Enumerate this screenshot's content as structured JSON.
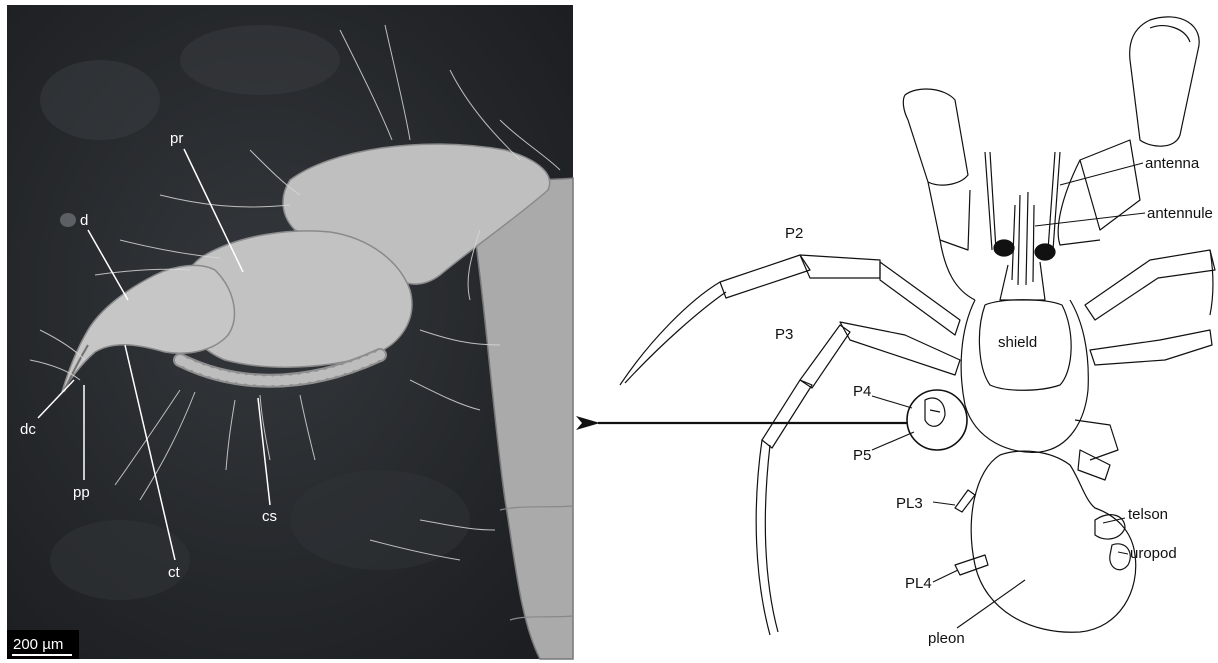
{
  "colors": {
    "sem_background": "#24272a",
    "sem_specimen": "#bdbdbd",
    "sem_text": "#ffffff",
    "line_art": "#111111",
    "eye": "#111111"
  },
  "sem_panel": {
    "labels": {
      "pr": "pr",
      "d": "d",
      "dc": "dc",
      "pp": "pp",
      "ct": "ct",
      "cs": "cs"
    },
    "scale_bar": "200 µm"
  },
  "drawing_panel": {
    "labels": {
      "antenna": "antenna",
      "antennule": "antennule",
      "p2": "P2",
      "p3": "P3",
      "p4": "P4",
      "p5": "P5",
      "shield": "shield",
      "pl3": "PL3",
      "pl4": "PL4",
      "telson": "telson",
      "uropod": "uropod",
      "pleon": "pleon"
    }
  },
  "arrow": {
    "direction": "left"
  }
}
